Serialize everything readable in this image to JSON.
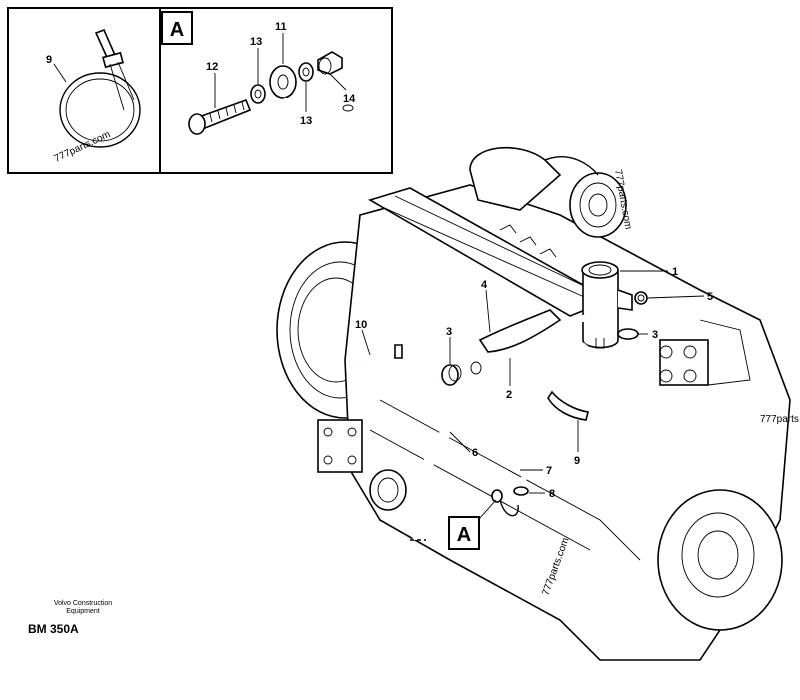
{
  "detail_panel": {
    "badge": "A"
  },
  "callout_badge": "A",
  "part_numbers": {
    "p1": "1",
    "p2": "2",
    "p3a": "3",
    "p3b": "3",
    "p4": "4",
    "p5": "5",
    "p6": "6",
    "p7": "7",
    "p8": "8",
    "p9a": "9",
    "p9b": "9",
    "p10": "10",
    "p11": "11",
    "p12": "12",
    "p13a": "13",
    "p13b": "13",
    "p14": "14"
  },
  "watermarks": [
    "777parts.com",
    "777parts.com",
    "777parts",
    "777parts.com"
  ],
  "footer": {
    "company_line1": "Volvo Construction",
    "company_line2": "Equipment",
    "drawing_code": "BM 350A"
  }
}
